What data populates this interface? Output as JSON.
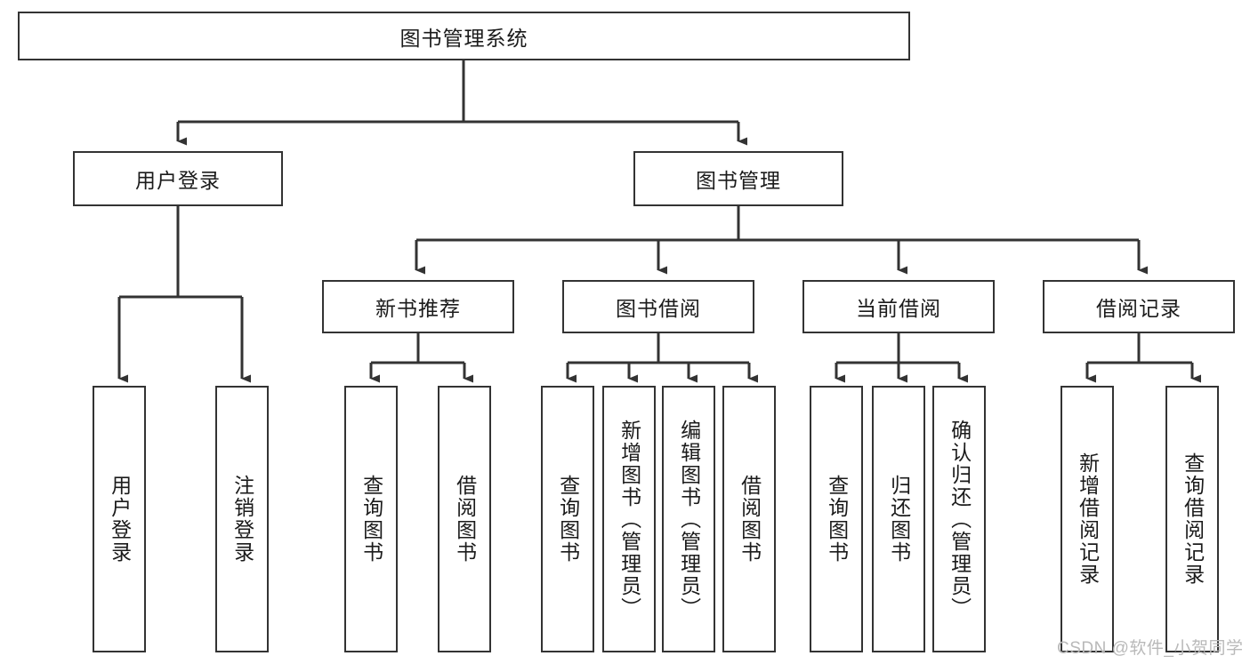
{
  "diagram": {
    "title_node": {
      "label": "图书管理系统"
    },
    "level1": [
      {
        "label": "用户登录"
      },
      {
        "label": "图书管理"
      }
    ],
    "level2": [
      {
        "label": "新书推荐"
      },
      {
        "label": "图书借阅"
      },
      {
        "label": "当前借阅"
      },
      {
        "label": "借阅记录"
      }
    ],
    "leaves": {
      "user_login": [
        {
          "label": "用户登录"
        },
        {
          "label": "注销登录"
        }
      ],
      "new_book_recommend": [
        {
          "label": "查询图书"
        },
        {
          "label": "借阅图书"
        }
      ],
      "book_borrow": [
        {
          "label": "查询图书"
        },
        {
          "label": "新增图书（管理员）"
        },
        {
          "label": "编辑图书（管理员）"
        },
        {
          "label": "借阅图书"
        }
      ],
      "current_borrow": [
        {
          "label": "查询图书"
        },
        {
          "label": "归还图书"
        },
        {
          "label": "确认归还（管理员）"
        }
      ],
      "borrow_record": [
        {
          "label": "新增借阅记录"
        },
        {
          "label": "查询借阅记录"
        }
      ]
    }
  },
  "watermark": {
    "text": "CSDN @软件_小贺同学"
  },
  "colors": {
    "stroke": "#333333",
    "box_fill": "#ffffff",
    "text": "#1b1b1b",
    "watermark": "#b9b9b9"
  }
}
